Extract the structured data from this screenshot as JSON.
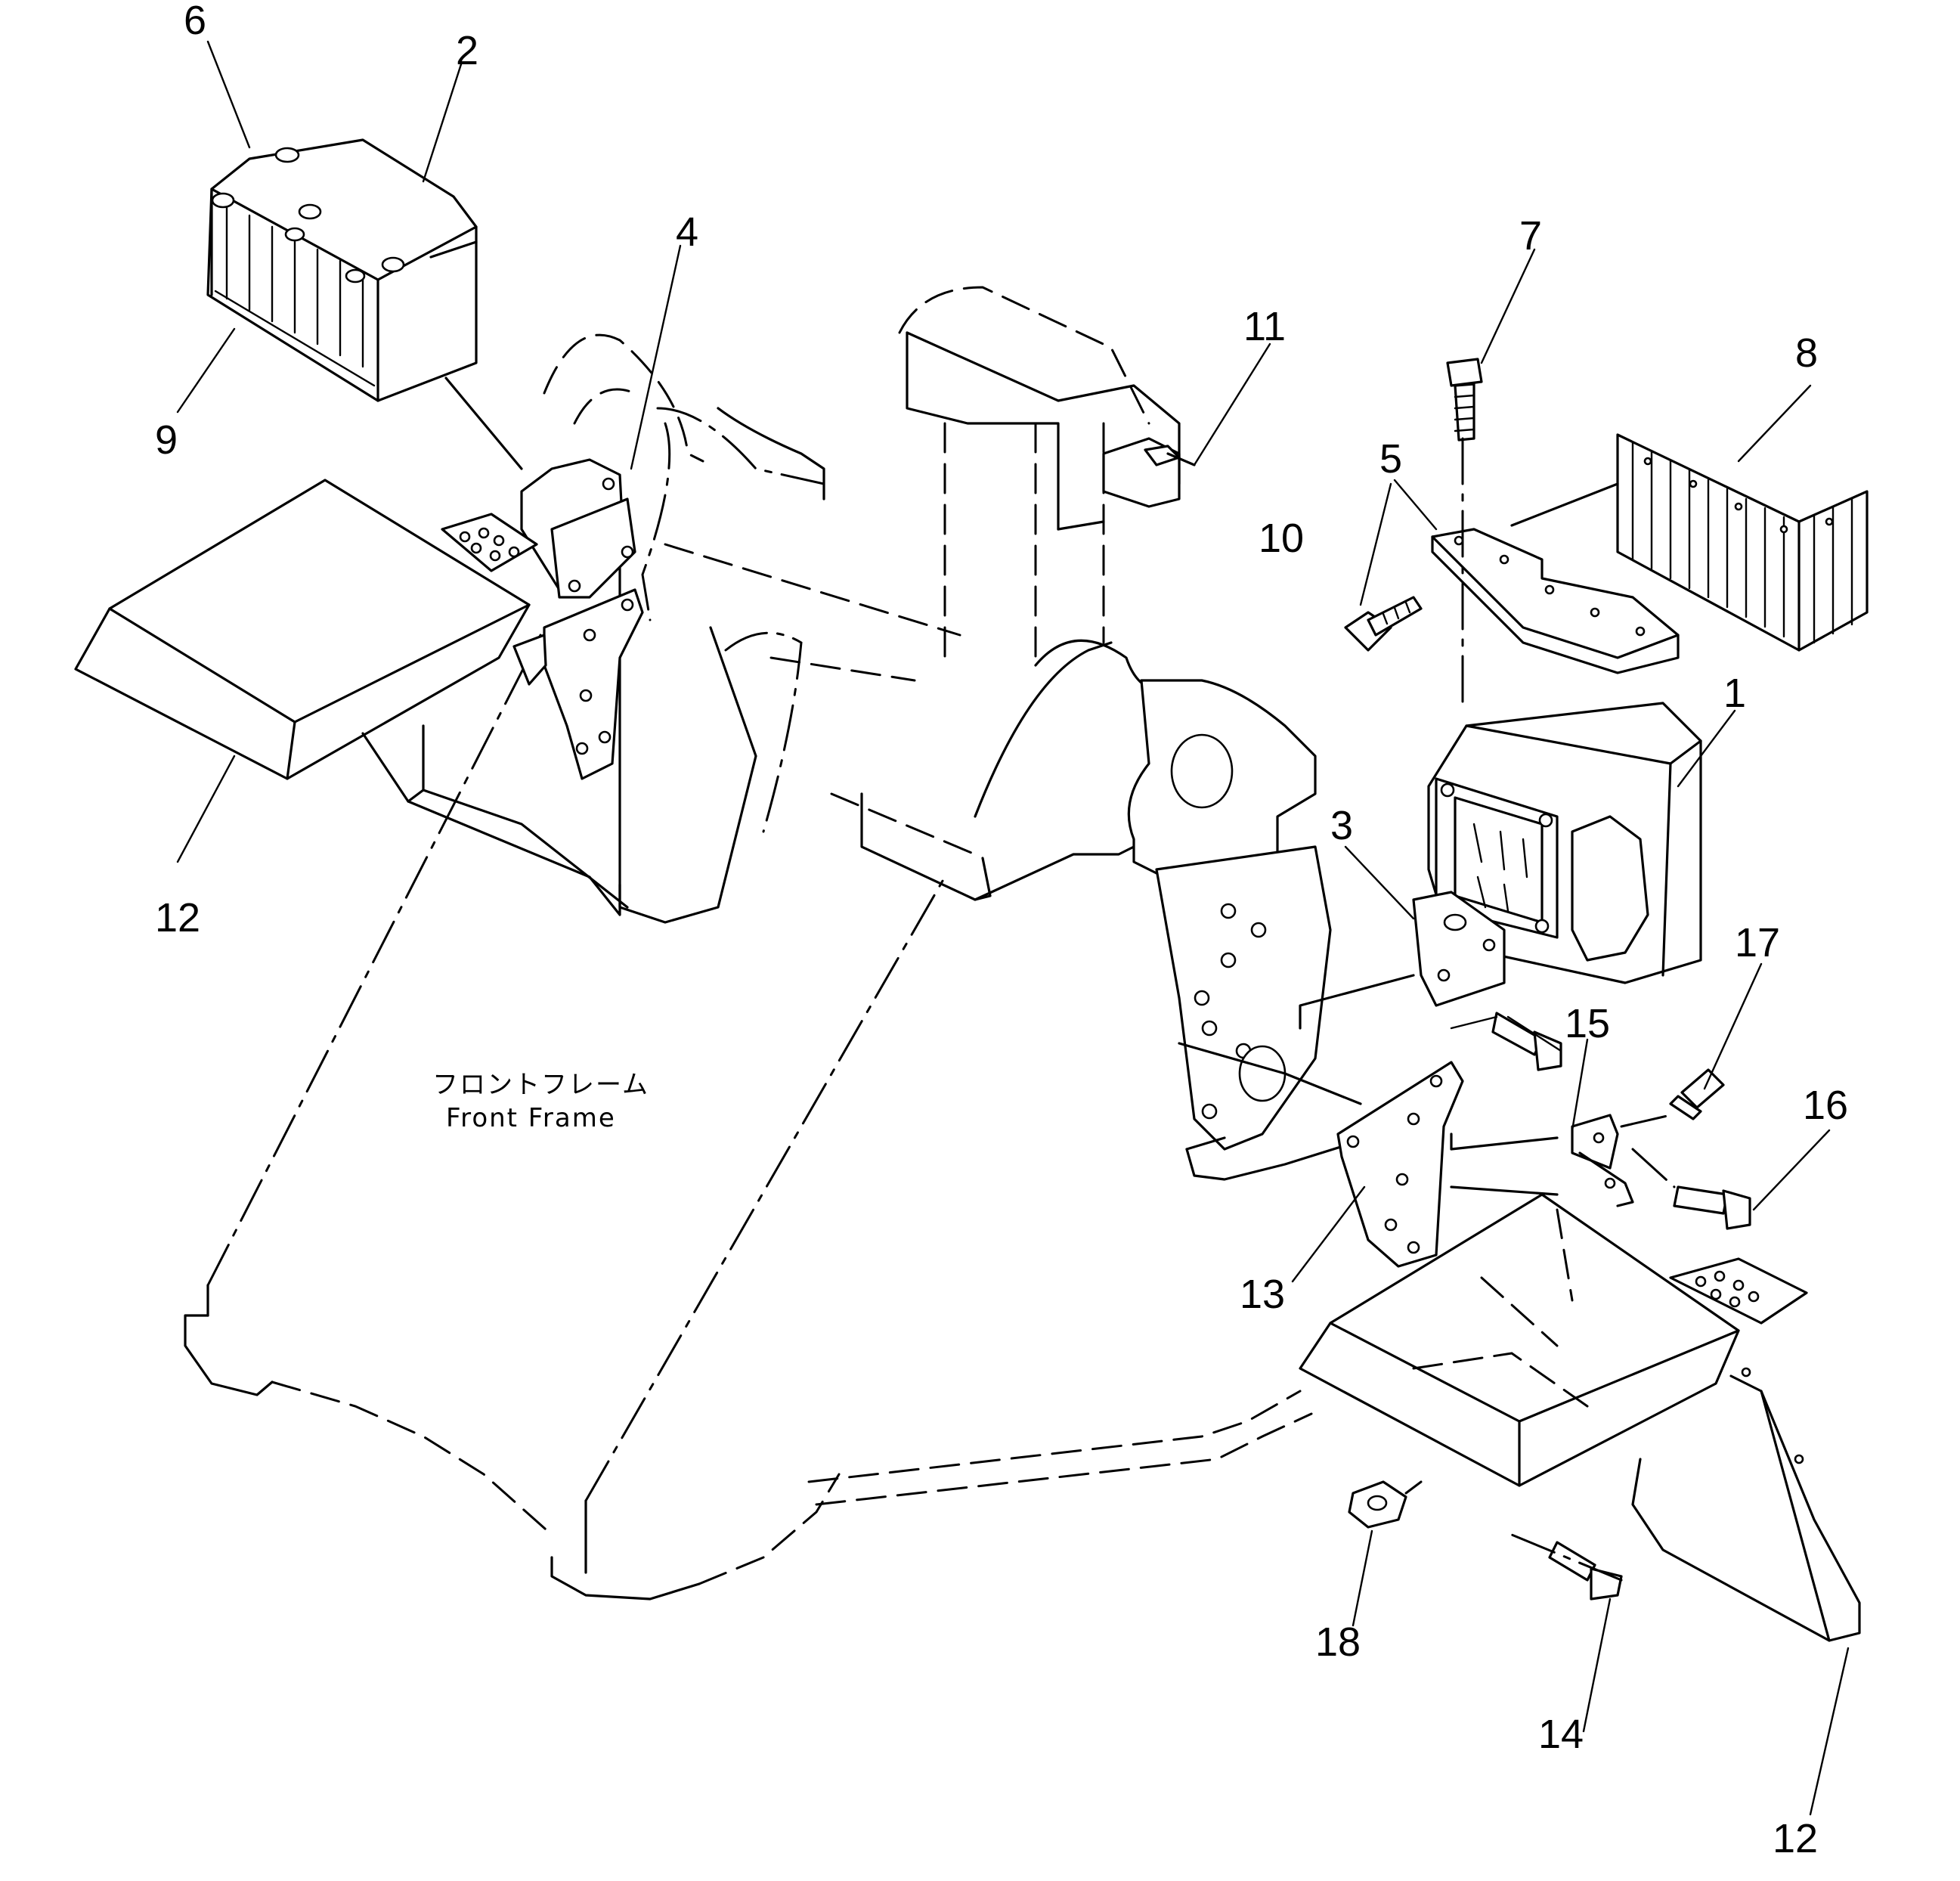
{
  "frame_label": {
    "japanese": "フロントフレーム",
    "english": "Front Frame"
  },
  "callouts": [
    {
      "id": "c1",
      "text": "1"
    },
    {
      "id": "c2",
      "text": "2"
    },
    {
      "id": "c3",
      "text": "3"
    },
    {
      "id": "c4",
      "text": "4"
    },
    {
      "id": "c5",
      "text": "5"
    },
    {
      "id": "c6",
      "text": "6"
    },
    {
      "id": "c7",
      "text": "7"
    },
    {
      "id": "c8",
      "text": "8"
    },
    {
      "id": "c9",
      "text": "9"
    },
    {
      "id": "c10",
      "text": "10"
    },
    {
      "id": "c11",
      "text": "11"
    },
    {
      "id": "c12a",
      "text": "12"
    },
    {
      "id": "c12b",
      "text": "12"
    },
    {
      "id": "c13",
      "text": "13"
    },
    {
      "id": "c14",
      "text": "14"
    },
    {
      "id": "c15",
      "text": "15"
    },
    {
      "id": "c16",
      "text": "16"
    },
    {
      "id": "c17",
      "text": "17"
    },
    {
      "id": "c18",
      "text": "18"
    }
  ]
}
